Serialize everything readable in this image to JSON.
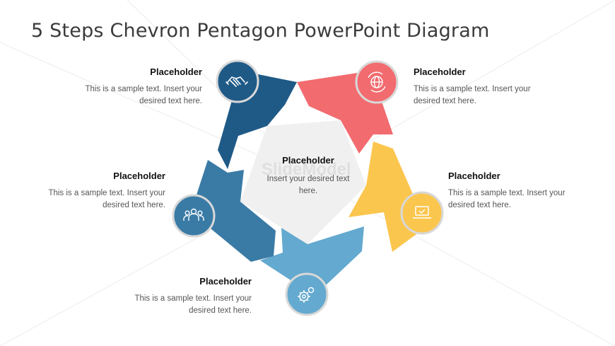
{
  "title": "5 Steps Chevron Pentagon PowerPoint Diagram",
  "watermark": "SlideModel",
  "center": {
    "title": "Placeholder",
    "body": "Insert your desired text here."
  },
  "steps": [
    {
      "title": "Placeholder",
      "body": "This is a sample text. Insert your desired text here.",
      "color": "#1f5a87",
      "icon": "handshake-icon"
    },
    {
      "title": "Placeholder",
      "body": "This is a sample text. Insert your desired text here.",
      "color": "#f26b6f",
      "icon": "globe-icon"
    },
    {
      "title": "Placeholder",
      "body": "This is a sample text. Insert your desired text here.",
      "color": "#fbc64e",
      "icon": "laptop-icon"
    },
    {
      "title": "Placeholder",
      "body": "This is a sample text. Insert your desired text here.",
      "color": "#64a9cf",
      "icon": "gear-icon"
    },
    {
      "title": "Placeholder",
      "body": "This is a sample text. Insert your desired text here.",
      "color": "#3a7ba6",
      "icon": "team-icon"
    }
  ]
}
